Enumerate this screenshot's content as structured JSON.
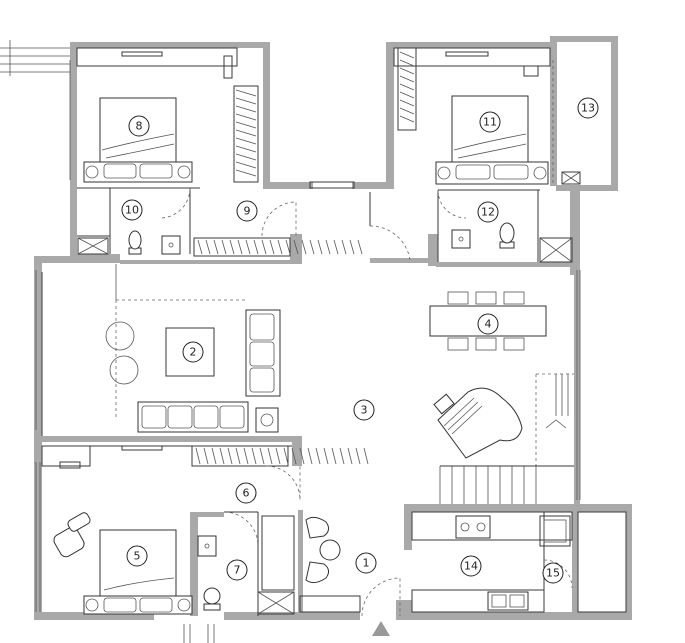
{
  "rooms": [
    {
      "id": "1",
      "label": "1"
    },
    {
      "id": "2",
      "label": "2"
    },
    {
      "id": "3",
      "label": "3"
    },
    {
      "id": "4",
      "label": "4"
    },
    {
      "id": "5",
      "label": "5"
    },
    {
      "id": "6",
      "label": "6"
    },
    {
      "id": "7",
      "label": "7"
    },
    {
      "id": "8",
      "label": "8"
    },
    {
      "id": "9",
      "label": "9"
    },
    {
      "id": "10",
      "label": "10"
    },
    {
      "id": "11",
      "label": "11"
    },
    {
      "id": "12",
      "label": "12"
    },
    {
      "id": "13",
      "label": "13"
    },
    {
      "id": "14",
      "label": "14"
    },
    {
      "id": "15",
      "label": "15"
    }
  ],
  "colors": {
    "wall": "#a9a9a9",
    "line": "#3a3a3a",
    "background": "#ffffff"
  },
  "icons": [
    "entrance-arrow-icon",
    "door-swing-icon",
    "bed-icon",
    "sofa-icon",
    "toilet-icon",
    "sink-icon",
    "wardrobe-icon",
    "grand-piano-icon",
    "dining-table-icon",
    "stairs-icon",
    "stove-icon",
    "kitchen-sink-icon"
  ]
}
